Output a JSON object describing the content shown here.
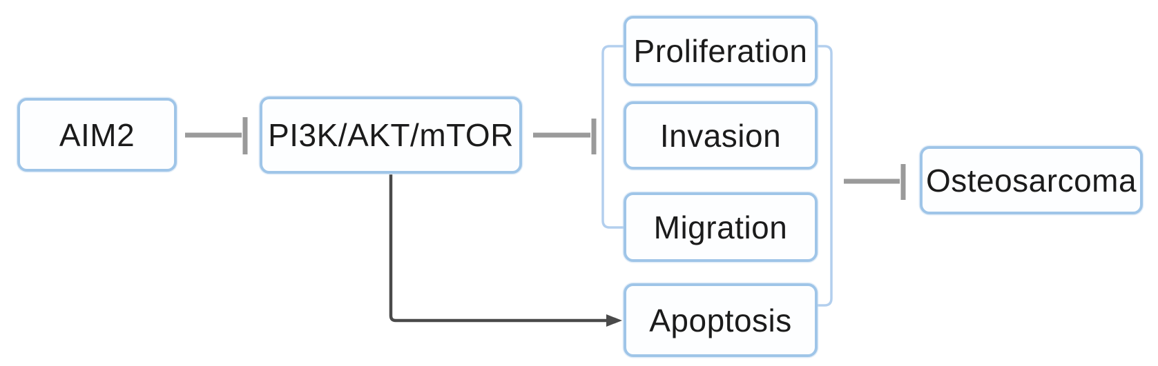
{
  "figure": {
    "nodes": {
      "aim2": {
        "label": "AIM2"
      },
      "pi3k_akt_mtor": {
        "label": "PI3K/AKT/mTOR"
      },
      "proliferation": {
        "label": "Proliferation"
      },
      "invasion": {
        "label": "Invasion"
      },
      "migration": {
        "label": "Migration"
      },
      "apoptosis": {
        "label": "Apoptosis"
      },
      "osteosarcoma": {
        "label": "Osteosarcoma"
      }
    },
    "edges": [
      {
        "from": "AIM2",
        "to": "PI3K/AKT/mTOR",
        "type": "inhibition"
      },
      {
        "from": "PI3K/AKT/mTOR",
        "to": "Proliferation / Invasion / Migration",
        "type": "inhibition"
      },
      {
        "from": "PI3K/AKT/mTOR",
        "to": "Apoptosis",
        "type": "activation"
      },
      {
        "from": "Proliferation / Invasion / Migration / Apoptosis",
        "to": "Osteosarcoma",
        "type": "inhibition"
      }
    ],
    "colors": {
      "box_border": "#9fc5e8",
      "box_fill": "#fdfeff",
      "bracket": "#b3cfee",
      "inhibitor_line": "#9a9a9a",
      "arrow_line": "#4a4a4a",
      "text": "#1b1b1b",
      "background": "#ffffff"
    }
  }
}
